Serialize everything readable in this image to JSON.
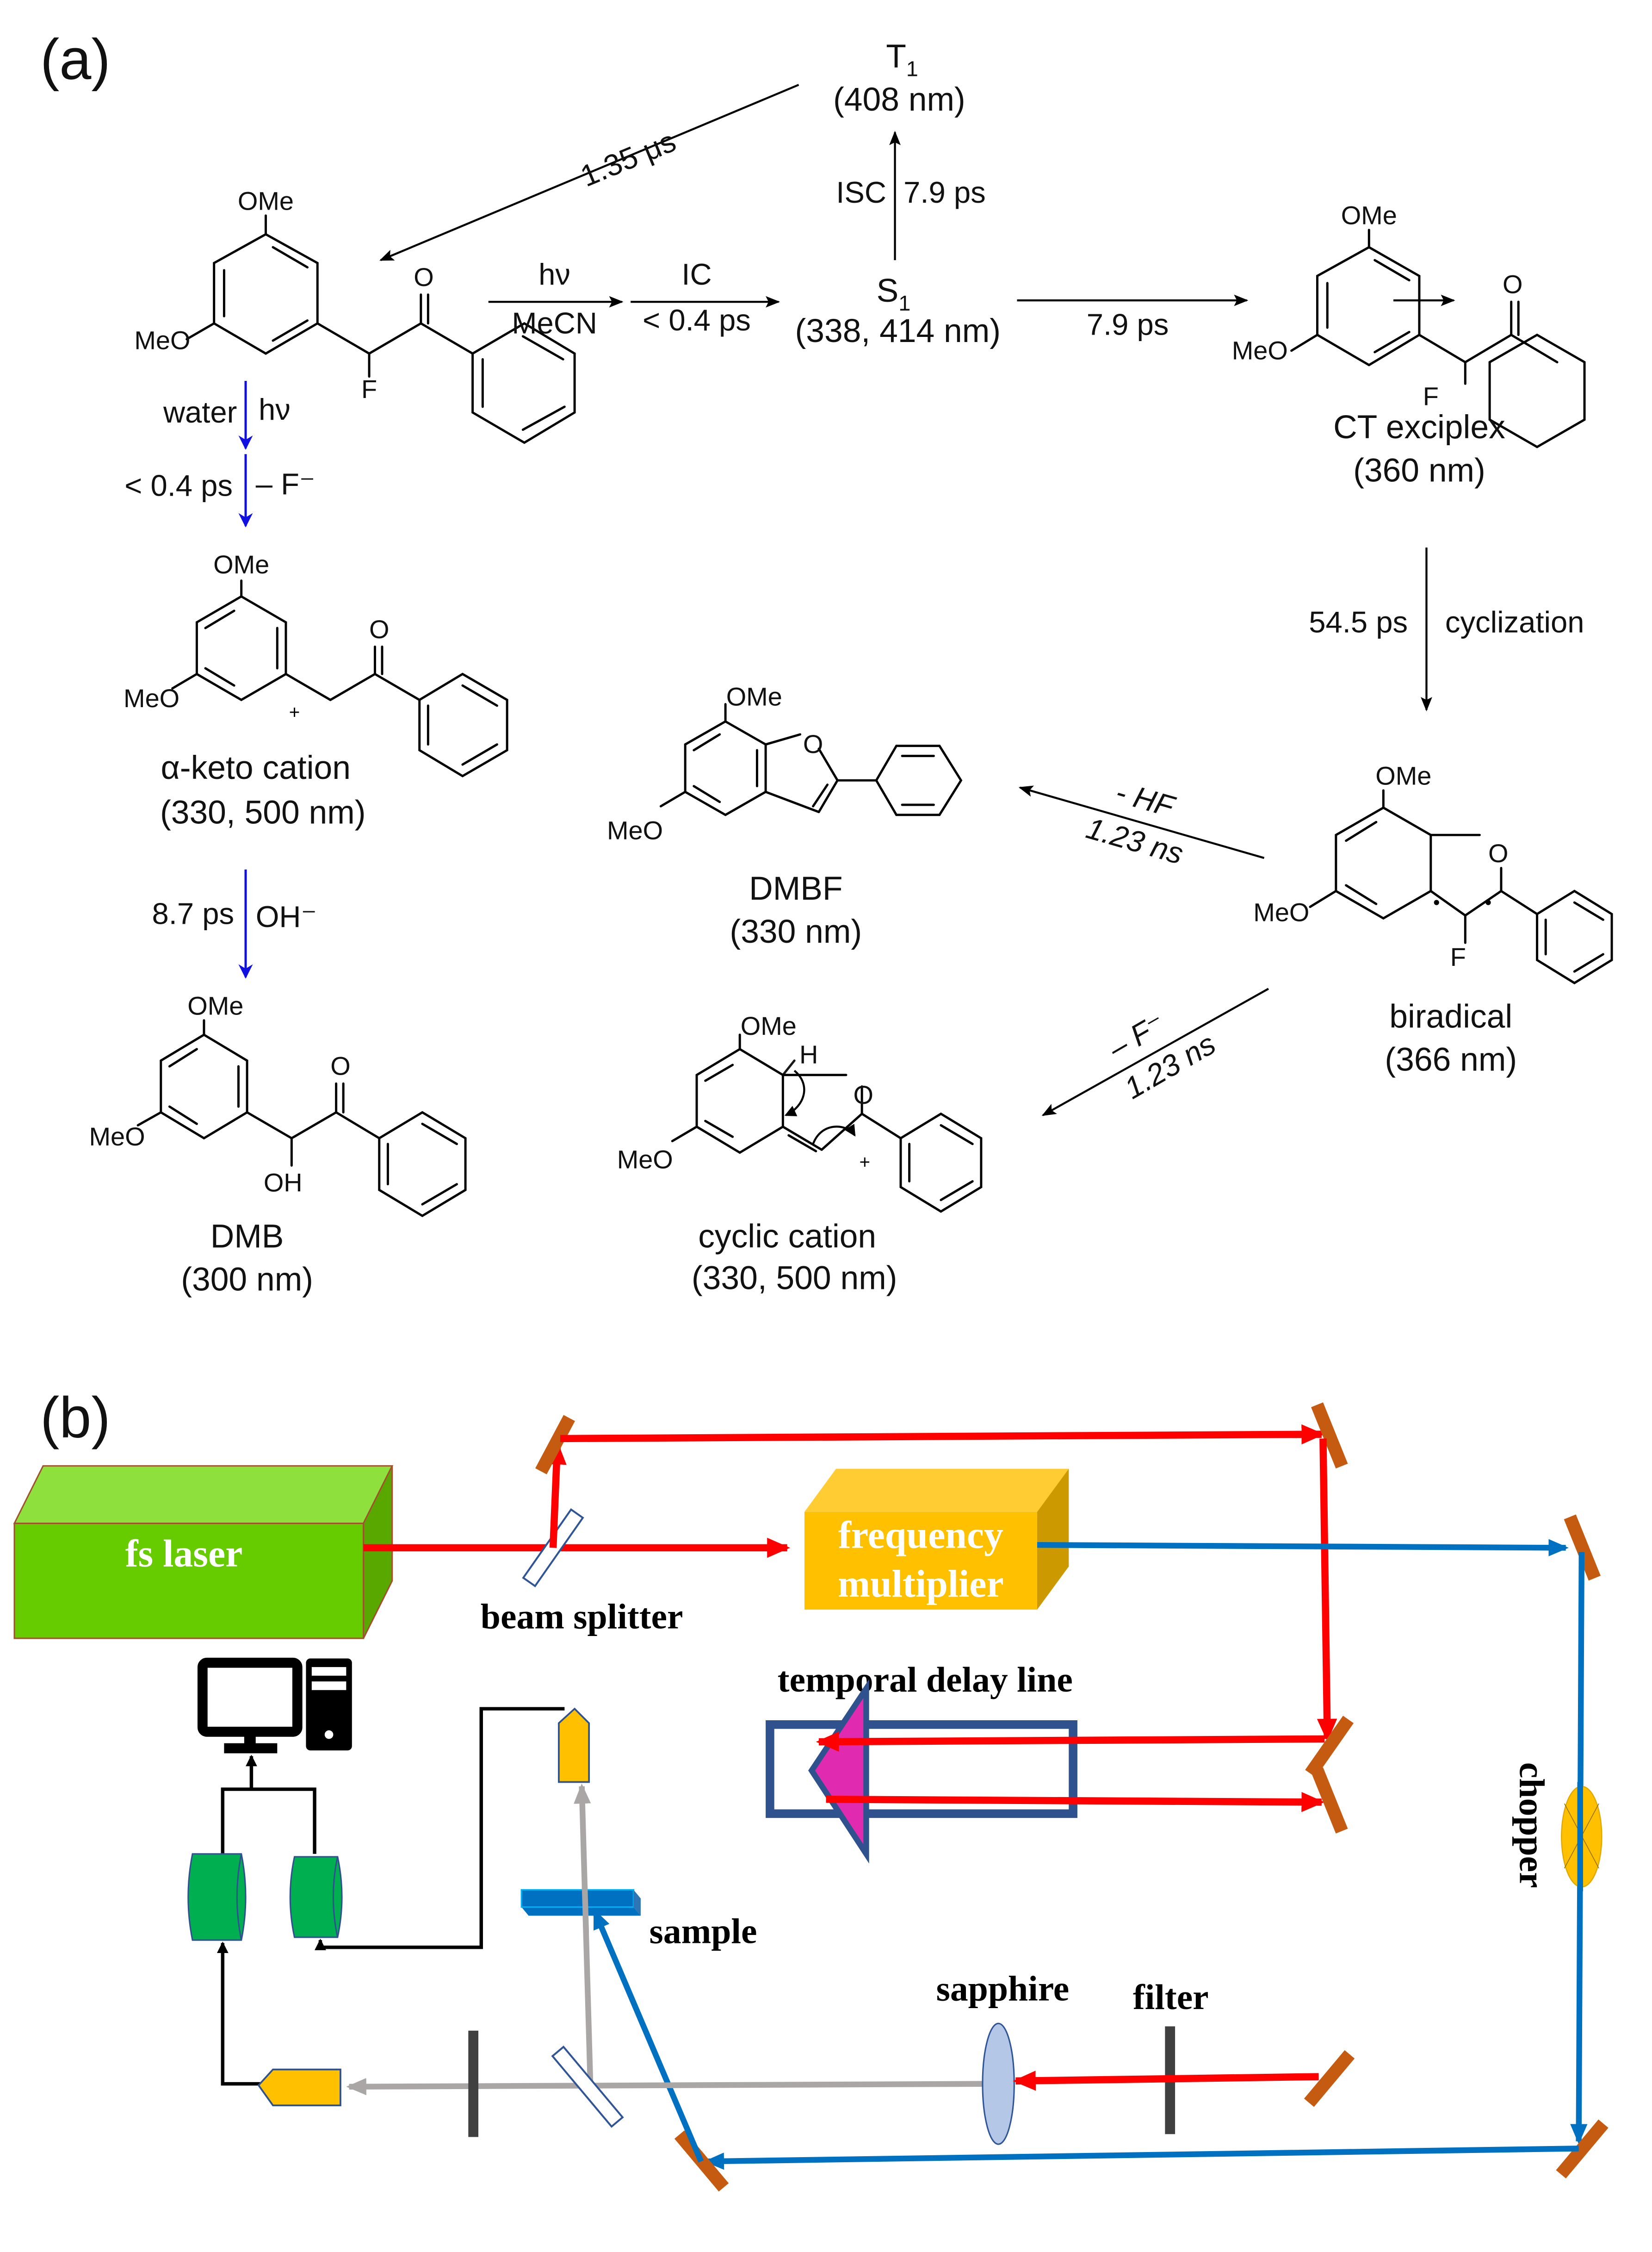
{
  "panel_a": {
    "label": "(a)",
    "states": {
      "T1": {
        "name": "T",
        "sub": "1",
        "wavelength": "(408 nm)"
      },
      "S1": {
        "name": "S",
        "sub": "1",
        "wavelength": "(338, 414 nm)"
      },
      "ct_exciplex": {
        "name": "CT exciplex",
        "wavelength": "(360 nm)"
      },
      "biradical": {
        "name": "biradical",
        "wavelength": "(366 nm)"
      },
      "alpha_keto_cation": {
        "name": "α-keto cation",
        "wavelength": "(330, 500 nm)"
      },
      "dmb": {
        "name": "DMB",
        "wavelength": "(300 nm)"
      },
      "dmbf": {
        "name": "DMBF",
        "wavelength": "(330 nm)"
      },
      "cyclic_cation": {
        "name": "cyclic cation",
        "wavelength": "(330, 500 nm)"
      }
    },
    "arrows": {
      "t1_to_ground": "1.35 μs",
      "excite_top": "hν",
      "excite_bottom": "MeCN",
      "ic_top": "IC",
      "ic_bottom": "< 0.4 ps",
      "isc_left": "ISC",
      "isc_right": "7.9 ps",
      "s1_to_ct": "7.9 ps",
      "cyclization_left": "54.5 ps",
      "cyclization_right": "cyclization",
      "hf_top": "- HF",
      "hf_bottom": "1.23 ns",
      "f_top": "– F⁻",
      "f_bottom": "1.23 ns",
      "water_left": "water",
      "water_right": "hν",
      "fast_left": "< 0.4 ps",
      "fast_right": "– F⁻",
      "oh_left": "8.7 ps",
      "oh_right": "OH⁻"
    },
    "atoms": {
      "OMe": "OMe",
      "MeO": "MeO",
      "O": "O",
      "F": "F",
      "OH": "OH",
      "H": "H",
      "plus": "+"
    }
  },
  "panel_b": {
    "label": "(b)",
    "components": {
      "fs_laser": "fs laser",
      "beam_splitter": "beam splitter",
      "frequency_multiplier_1": "frequency",
      "frequency_multiplier_2": "multiplier",
      "temporal_delay_line": "temporal delay line",
      "chopper": "chopper",
      "sample": "sample",
      "sapphire": "sapphire",
      "filter": "filter"
    },
    "colors": {
      "fundamental_beam": "#ff0000",
      "pump_beam": "#0070c0",
      "probe_beam": "#aaa6a6",
      "laser_box": "#66cc00",
      "multiplier_box": "#ffc000",
      "mirror": "#c55a11",
      "prism": "#e02ab0",
      "delay_stage": "#2f528f",
      "detector_green": "#00b050"
    }
  }
}
